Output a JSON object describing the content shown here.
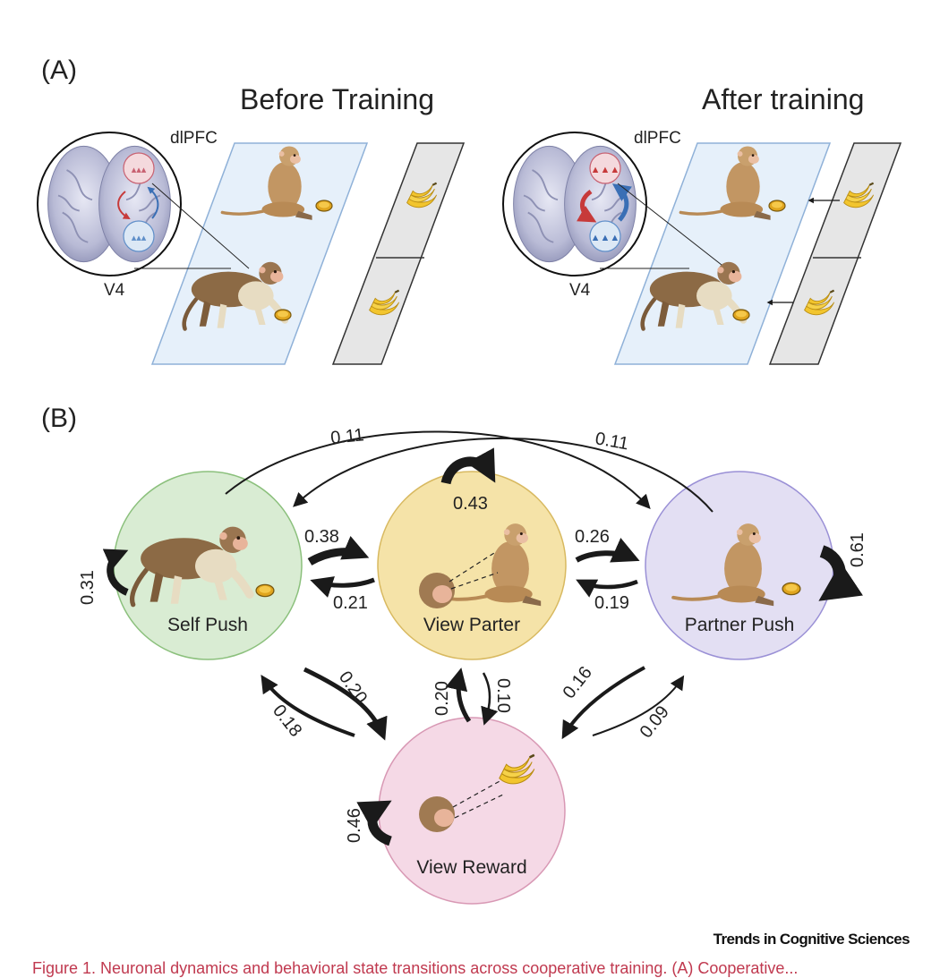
{
  "panelA": {
    "label": "(A)",
    "before_title": "Before Training",
    "after_title": "After training",
    "dlpfc_label": "dlPFC",
    "v4_label": "V4"
  },
  "panelB": {
    "label": "(B)",
    "nodes": {
      "self_push": "Self Push",
      "view_partner": "View Parter",
      "partner_push": "Partner Push",
      "view_reward": "View Reward"
    },
    "transitions": {
      "self_self": "0.31",
      "partner_partner": "0.61",
      "view_view": "0.43",
      "reward_reward": "0.46",
      "self_to_view": "0.38",
      "view_to_self": "0.21",
      "view_to_partner": "0.26",
      "partner_to_view": "0.19",
      "self_to_partner": "0.11",
      "partner_to_self": "0.11",
      "self_to_reward": "0.20",
      "reward_to_self": "0.18",
      "view_to_reward": "0.10",
      "reward_to_view": "0.20",
      "partner_to_reward": "0.16",
      "reward_to_partner": "0.09"
    },
    "node_colors": {
      "self_push": "#d9ecd3",
      "view_partner": "#f5e3a8",
      "partner_push": "#e3dff3",
      "view_reward": "#f5d9e6"
    }
  },
  "footer": "Trends in Cognitive Sciences",
  "caption": "Figure 1. Neuronal dynamics and behavioral state transitions across cooperative training. (A) Cooperative..."
}
